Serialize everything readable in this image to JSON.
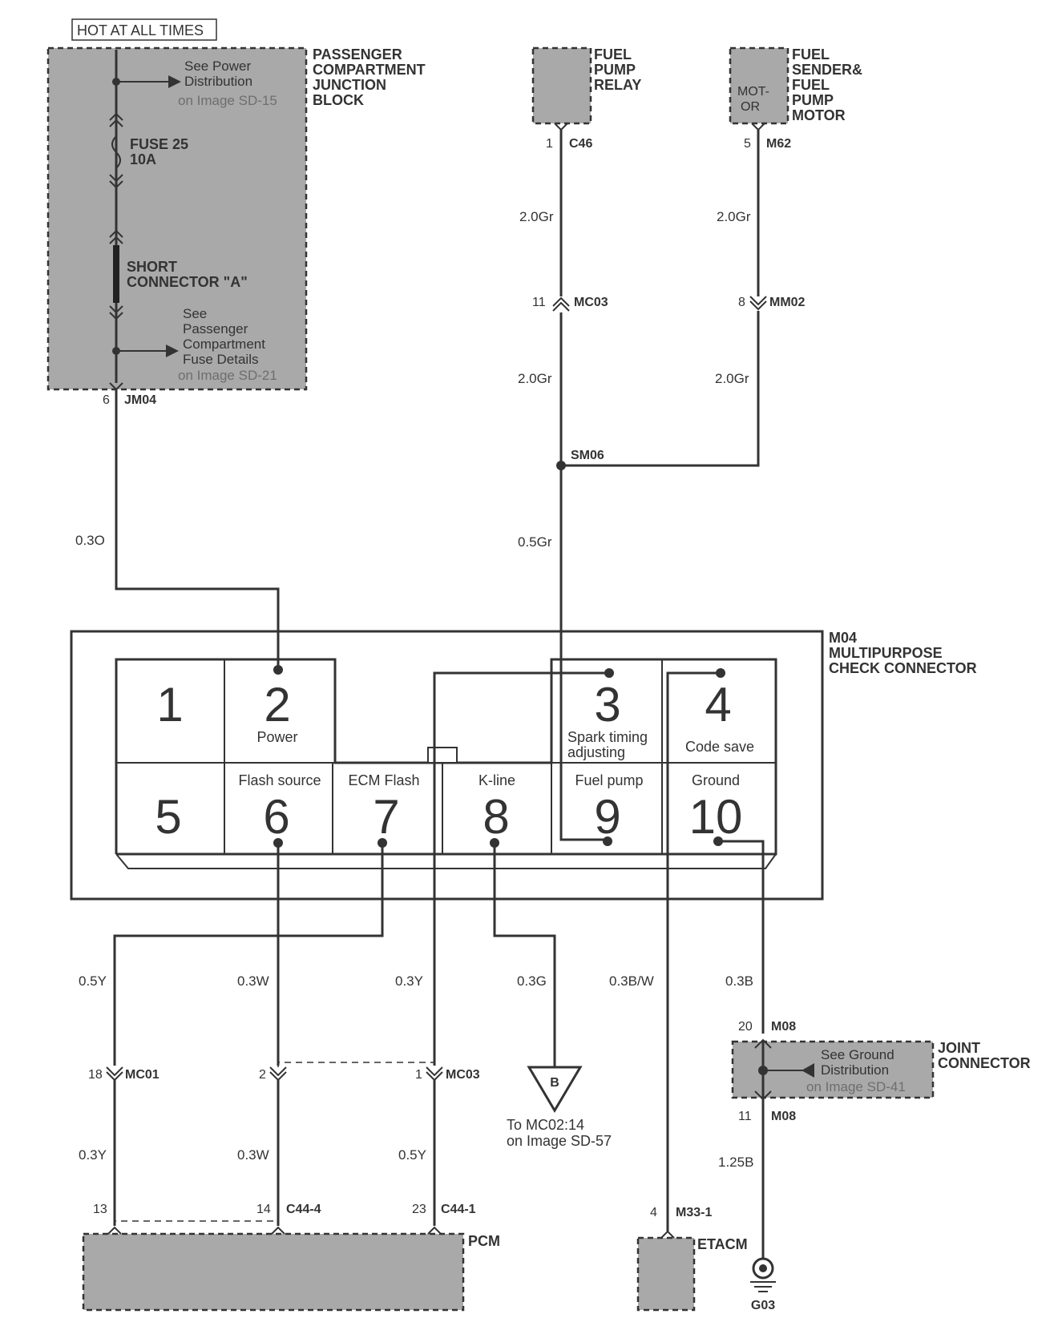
{
  "hot_label": "HOT AT ALL TIMES",
  "pcjb": {
    "name_lines": [
      "PASSENGER",
      "COMPARTMENT",
      "JUNCTION",
      "BLOCK"
    ],
    "ref1_lines": [
      "See Power",
      "Distribution"
    ],
    "ref1_image": "on Image SD-15",
    "fuse_lines": [
      "FUSE 25",
      "10A"
    ],
    "short_lines": [
      "SHORT",
      "CONNECTOR \"A\""
    ],
    "ref2_lines": [
      "See",
      "Passenger",
      "Compartment",
      "Fuse Details"
    ],
    "ref2_image": "on Image SD-21"
  },
  "fuel_relay": {
    "name_lines": [
      "FUEL",
      "PUMP",
      "RELAY"
    ]
  },
  "fuel_sender": {
    "name_lines": [
      "FUEL",
      "SENDER&",
      "FUEL",
      "PUMP",
      "MOTOR"
    ],
    "inner_lines": [
      "MOT-",
      "OR"
    ]
  },
  "connectors": {
    "jm04": {
      "pin": "6",
      "name": "JM04"
    },
    "c46": {
      "pin": "1",
      "name": "C46"
    },
    "m62": {
      "pin": "5",
      "name": "M62"
    },
    "mc03_top": {
      "pin": "11",
      "name": "MC03"
    },
    "mm02": {
      "pin": "8",
      "name": "MM02"
    },
    "sm06": {
      "name": "SM06"
    },
    "mc01": {
      "pin": "18",
      "name": "MC01"
    },
    "mc_mid_pin": "2",
    "mc03_bot": {
      "pin": "1",
      "name": "MC03"
    },
    "m08_top": {
      "pin": "20",
      "name": "M08"
    },
    "m08_bot": {
      "pin": "11",
      "name": "M08"
    },
    "c44_pin13": "13",
    "c44_4": {
      "pin": "14",
      "name": "C44-4"
    },
    "c44_1": {
      "pin": "23",
      "name": "C44-1"
    },
    "m33": {
      "pin": "4",
      "name": "M33-1"
    }
  },
  "wires": {
    "w_jm04": "0.3O",
    "w_relay1": "2.0Gr",
    "w_relay2": "2.0Gr",
    "w_sender1": "2.0Gr",
    "w_sender2": "2.0Gr",
    "w_pin9": "0.5Gr",
    "w_pin7_up": "0.5Y",
    "w_pin6_up": "0.3W",
    "w_pin3_up": "0.3Y",
    "w_pin8": "0.3G",
    "w_pin4": "0.3B/W",
    "w_pin10": "0.3B",
    "w_mc01_dn": "0.3Y",
    "w_mc2_dn": "0.3W",
    "w_mc03_dn": "0.5Y",
    "w_ground": "1.25B"
  },
  "m04": {
    "name_lines": [
      "M04",
      "MULTIPURPOSE",
      "CHECK CONNECTOR"
    ],
    "pins": [
      {
        "num": "1",
        "label": ""
      },
      {
        "num": "2",
        "label": "Power"
      },
      {
        "num": "3",
        "label_lines": [
          "Spark timing",
          "adjusting"
        ]
      },
      {
        "num": "4",
        "label": "Code save"
      },
      {
        "num": "5",
        "label": ""
      },
      {
        "num": "6",
        "label": "Flash source"
      },
      {
        "num": "7",
        "label": "ECM Flash"
      },
      {
        "num": "8",
        "label": "K-line"
      },
      {
        "num": "9",
        "label": "Fuel pump"
      },
      {
        "num": "10",
        "label": "Ground"
      }
    ]
  },
  "offpage": {
    "letter": "B",
    "lines": [
      "To MC02:14",
      "on Image SD-57"
    ]
  },
  "joint": {
    "name_lines": [
      "JOINT",
      "CONNECTOR"
    ],
    "ref_lines": [
      "See Ground",
      "Distribution"
    ],
    "ref_image": "on Image SD-41"
  },
  "pcm": {
    "name": "PCM"
  },
  "etacm": {
    "name": "ETACM"
  },
  "ground": {
    "name": "G03"
  }
}
